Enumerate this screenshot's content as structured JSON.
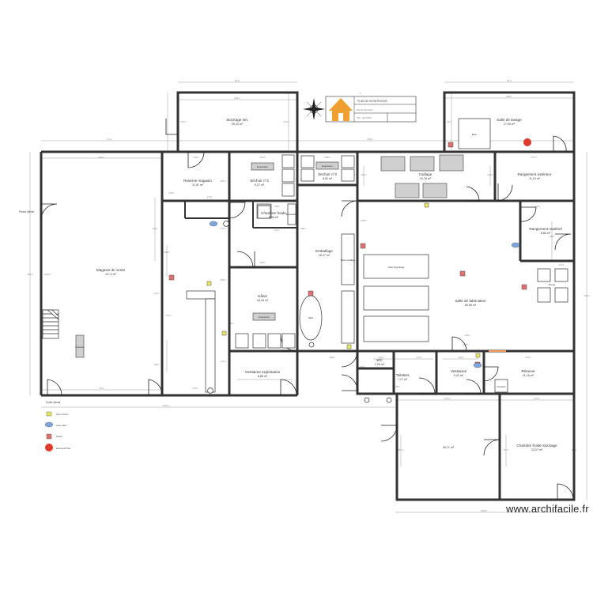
{
  "title_block": {
    "project": "PLAN DE SHOWTROUVÉ",
    "line2": "Plan de l'Entreprise",
    "line3": "Nom : plan TEPS"
  },
  "labels": {
    "ext_left": "Pendo clients",
    "ext_bottom": "Sortie clients",
    "cuisiniere": "Cuisinière",
    "evaporateur": "Evaporateur",
    "table_degras": "Table d'égouttage",
    "table_emballage": "Table emballage",
    "table": "Table",
    "evier": "Evier",
    "plonge": "Plonge",
    "compteur": "Compteur"
  },
  "rooms": [
    {
      "key": "stockage_sec",
      "name": "Stockage sec",
      "area": "20,03 m²"
    },
    {
      "key": "salle_lavage",
      "name": "Salle de lavage",
      "area": "17,09 m²"
    },
    {
      "key": "magasin",
      "name": "Magasin de vente",
      "area": "117,9 m²"
    },
    {
      "key": "reserve_magasin",
      "name": "Reserve magasin",
      "area": "11,91 m²"
    },
    {
      "key": "sechoir2",
      "name": "Séchoir n°2",
      "area": "9,27 m²"
    },
    {
      "key": "sechoir3",
      "name": "Séchoir n°3",
      "area": "8,92 m²"
    },
    {
      "key": "caillage",
      "name": "Caillage",
      "area": "16,78 m²"
    },
    {
      "key": "rangement_exterieur",
      "name": "Rangement extérieur",
      "area": "11,19 m²"
    },
    {
      "key": "chambre_froide",
      "name": "Chambre froide",
      "area": "9,96 m²"
    },
    {
      "key": "emballage",
      "name": "Emballage",
      "area": "16,27 m²"
    },
    {
      "key": "rangement_materiel",
      "name": "Rangement matériel",
      "area": "8,85 m²"
    },
    {
      "key": "haloir",
      "name": "Hâloir",
      "area": "18,18 m²"
    },
    {
      "key": "salle_fabrication",
      "name": "Salle de fabrication",
      "area": "80,65 m²"
    },
    {
      "key": "vestiaires_exploitation",
      "name": "Vestiaires exploitation",
      "area": "8,85 m²"
    },
    {
      "key": "wc",
      "name": "WC",
      "area": "2,25 m²"
    },
    {
      "key": "toilettes",
      "name": "Toilettes",
      "area": "7,17 m²"
    },
    {
      "key": "vestiaires",
      "name": "Vestiaires",
      "area": "9,42 m²"
    },
    {
      "key": "reserve",
      "name": "Réserve",
      "area": "11,16 m²"
    },
    {
      "key": "salle_sans_nom",
      "name": "",
      "area": "30,71 m²"
    },
    {
      "key": "chambre_froide_stockage",
      "name": "Chambre froide stockage",
      "area": "23,37 m²"
    }
  ],
  "dimensions": [
    "8,6 m",
    "8,00 m",
    "8,8 m",
    "8,09 m",
    "3,44 m",
    "2,82 m",
    "2,44 m",
    "2,63 m",
    "2,37 m",
    "6,46 m",
    "7,8 m",
    "3,81 m",
    "2,04 m",
    "2,12 m",
    "2,6 m",
    "2,06 m",
    "1,9 m",
    "6,8 m",
    "3,05 m",
    "4,34 m",
    "4,17 m",
    "4,80 m",
    "3,28 m",
    "2,48 m",
    "2,9 m",
    "1,68 m",
    "2,06 m",
    "1,49 m",
    "2,14 m",
    "2,56 m",
    "3,43 m",
    "10,93 m",
    "9,86 m",
    "3,3 m",
    "1,75 m",
    "1,59 m",
    "4,58 m",
    "1,82 m",
    "3,72 m",
    "2,47 m",
    "4,69 m",
    "19,07 m",
    "5,79 m",
    "1,96 m",
    "5,31 m",
    "7,8 m",
    "13,68 m",
    "16,7 m",
    "8,4 m",
    "9,4 m",
    "2,68 m",
    "2,54 m",
    "2,74 m",
    "6,27 m",
    "1,82 m",
    "1,74 m",
    "3,21 m",
    "2,37 m",
    "6,05 m",
    "2,38 m"
  ],
  "legend": [
    {
      "label": "Néon surface",
      "color": "#e8e860"
    },
    {
      "label": "Lave-mains",
      "color": "#7da6e0"
    },
    {
      "label": "Siphon",
      "color": "#e07070"
    },
    {
      "label": "Extincteur/Prise",
      "color": "#e03a2a"
    }
  ],
  "watermark": "www.archifacile.fr"
}
